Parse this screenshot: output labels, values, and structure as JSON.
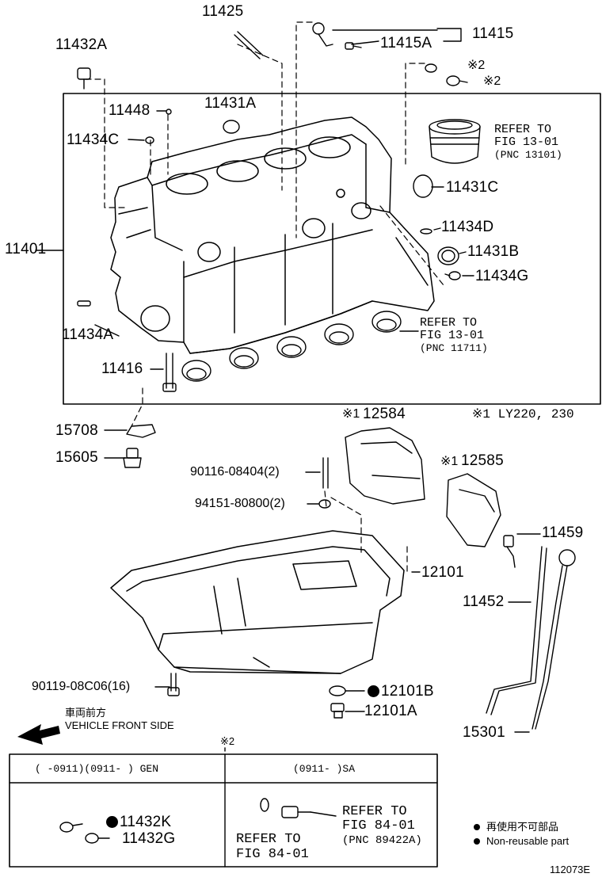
{
  "parts": {
    "p11425": "11425",
    "p11432A": "11432A",
    "p11415": "11415",
    "p11415A": "11415A",
    "note2_a": "※2",
    "note2_b": "※2",
    "p11448": "11448",
    "p11431A": "11431A",
    "p11434C": "11434C",
    "p11401": "11401",
    "p11431C": "11431C",
    "p11434D": "11434D",
    "p11431B": "11431B",
    "p11434G": "11434G",
    "p11434A": "11434A",
    "p11416": "11416",
    "p15708": "15708",
    "p15605": "15605",
    "p12584": "12584",
    "p12585": "12585",
    "p11459": "11459",
    "p90116": "90116-08404(2)",
    "p94151": "94151-80800(2)",
    "p12101": "12101",
    "p11452": "11452",
    "p90119": "90119-08C06(16)",
    "p12101B": "12101B",
    "p12101A": "12101A",
    "p15301": "15301"
  },
  "refs": {
    "piston": [
      "REFER TO",
      "FIG 13-01",
      "(PNC 13101)"
    ],
    "bearing": [
      "REFER TO",
      "FIG 13-01",
      "(PNC 11711)"
    ],
    "sensor1": [
      "REFER TO",
      "FIG 84-01",
      "(PNC 89422A)"
    ],
    "sensor2": [
      "REFER TO",
      "FIG 84-01"
    ]
  },
  "notes": {
    "mark1": "※1",
    "mark1_b": "※1",
    "model_note": "※1  LY220, 230",
    "front_jp": "車両前方",
    "front_en": "VEHICLE FRONT SIDE"
  },
  "subtable": {
    "mark": "※2",
    "left_header": "(    -0911)(0911-      ) GEN",
    "right_header": "(0911-      )SA",
    "left_parts": [
      "11432K",
      "11432G"
    ]
  },
  "legend": {
    "jp": "再使用不可部品",
    "en": "Non-reusable part"
  },
  "figure_id": "112073E"
}
